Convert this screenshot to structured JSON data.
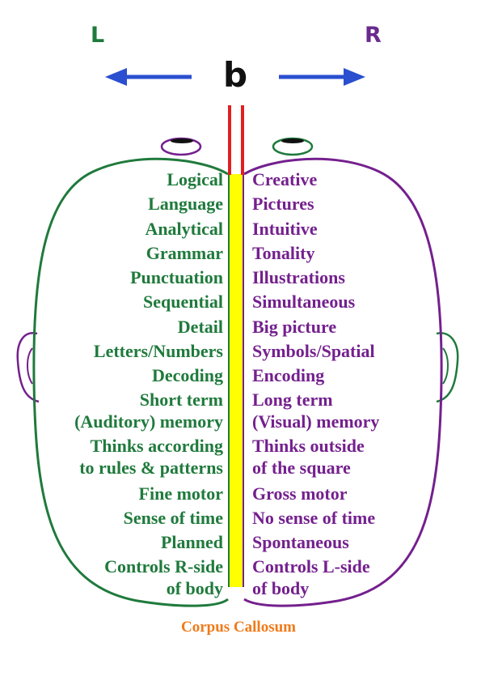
{
  "header": {
    "left_label": "L",
    "right_label": "R",
    "center_label": "b"
  },
  "left_hemisphere": {
    "items": [
      "Logical",
      "Language",
      "Analytical",
      "Grammar",
      "Punctuation",
      "Sequential",
      "Detail",
      "Letters/Numbers",
      "Decoding",
      "Short term\n(Auditory) memory",
      "Thinks according\nto rules & patterns",
      "Fine motor",
      "Sense of time",
      "Planned",
      "Controls R-side\nof body"
    ]
  },
  "right_hemisphere": {
    "items": [
      "Creative",
      "Pictures",
      "Intuitive",
      "Tonality",
      "Illustrations",
      "Simultaneous",
      "Big picture",
      "Symbols/Spatial",
      "Encoding",
      "Long term\n(Visual) memory",
      "Thinks outside\nof the square",
      "Gross motor",
      "No sense of time",
      "Spontaneous",
      "Controls L-side\nof body"
    ]
  },
  "caption": "Corpus Callosum",
  "colors": {
    "left": "#1f7a3c",
    "right": "#74208e",
    "arrows": "#2a4fcf",
    "divider": "#ffff00",
    "spinal_lines": "#e02020",
    "caption": "#f07a1a"
  }
}
